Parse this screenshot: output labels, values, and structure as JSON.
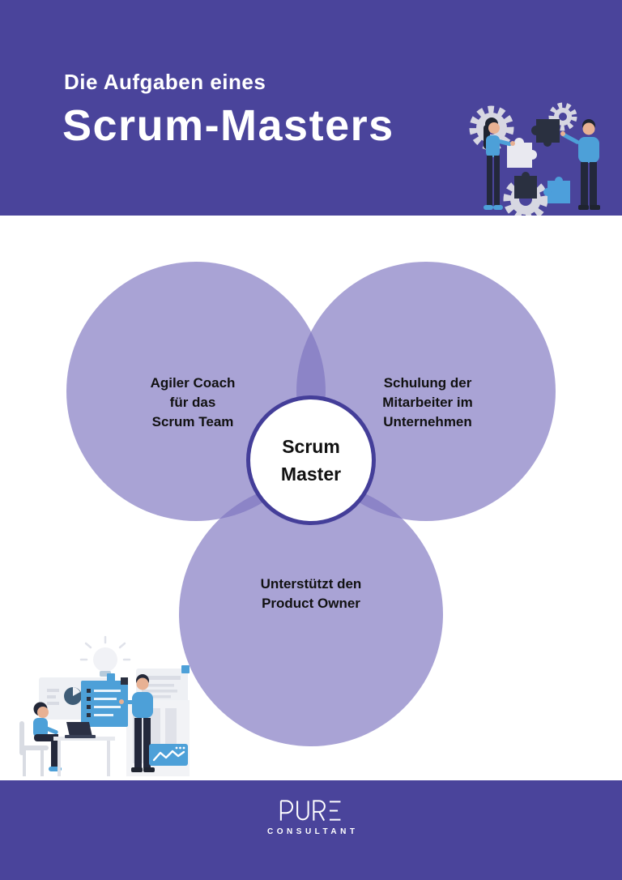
{
  "page": {
    "background": "#ffffff",
    "accent_purple": "#4a449b",
    "venn_fill": "rgba(124,116,191,0.66)",
    "venn_overlap_visible": "#8b84c6",
    "center_circle_border": "#443e99",
    "text_black": "#111111",
    "illustration_blue": "#4da0d8",
    "illustration_navy": "#2a3040",
    "illustration_gray": "#dcdce4",
    "skin_tone": "#e8b193"
  },
  "header": {
    "subtitle": "Die Aufgaben eines",
    "title": "Scrum-Masters"
  },
  "venn": {
    "center": {
      "line1": "Scrum",
      "line2": "Master"
    },
    "left": {
      "lines": [
        "Agiler Coach",
        "für das",
        "Scrum Team"
      ]
    },
    "right": {
      "lines": [
        "Schulung der",
        "Mitarbeiter im",
        "Unternehmen"
      ]
    },
    "bottom": {
      "lines": [
        "Unterstützt den",
        "Product Owner"
      ]
    }
  },
  "footer": {
    "logo": "PURE",
    "tagline": "CONSULTANT"
  },
  "illustrations": {
    "header_scene": "two-people-assembling-puzzle-with-gears",
    "bottom_scene": "team-working-presentation-lightbulb"
  }
}
